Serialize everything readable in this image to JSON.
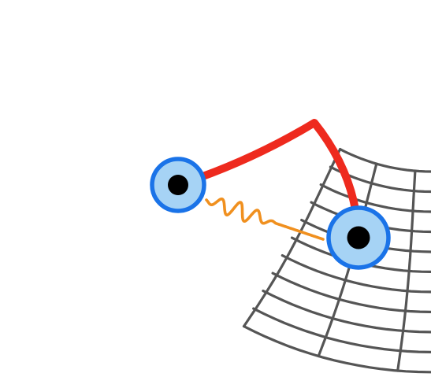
{
  "diagram": {
    "mesh_color": "#555555",
    "path_color": "#ee2a1e",
    "wave_color": "#f0901f",
    "marker_ring_color": "#1a73e8",
    "marker_fill_color": "#a6d3f5",
    "marker_center_color": "#000000",
    "mesh_row_count": 11,
    "mesh_column_count": 10,
    "markers": [
      {
        "name": "left-marker"
      },
      {
        "name": "right-marker"
      }
    ]
  }
}
